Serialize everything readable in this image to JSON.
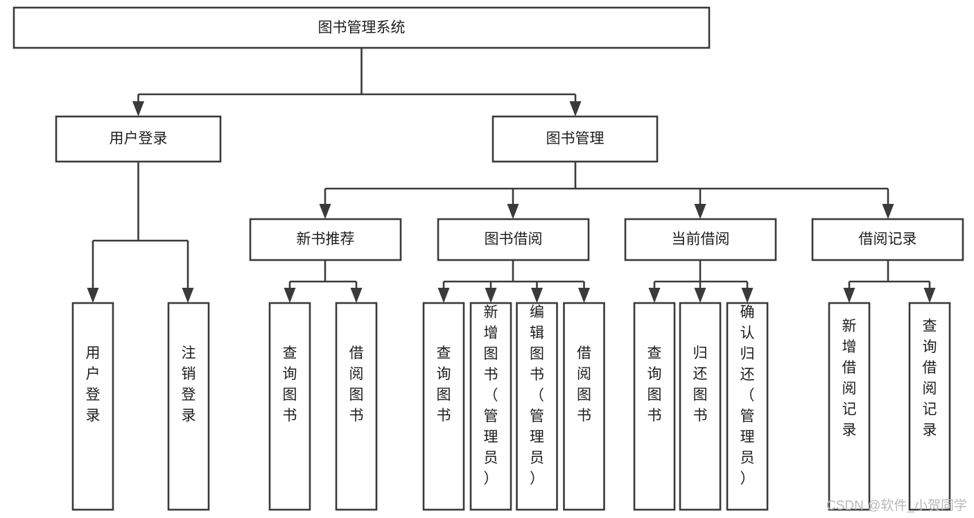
{
  "diagram": {
    "type": "tree-hierarchy",
    "title": "图书管理系统",
    "orientation": "top-down",
    "colors": {
      "box_stroke": "#3a3a3a",
      "box_fill": "#ffffff",
      "connector": "#3a3a3a",
      "text": "#1d1d1d",
      "watermark": "#b8b8b8",
      "background": "#ffffff"
    },
    "root": {
      "id": "root",
      "label": "图书管理系统"
    },
    "level2": [
      {
        "id": "user-login",
        "label": "用户登录"
      },
      {
        "id": "book-management",
        "label": "图书管理"
      }
    ],
    "level3": [
      {
        "id": "new-book-recommend",
        "label": "新书推荐",
        "parent": "book-management"
      },
      {
        "id": "book-borrow",
        "label": "图书借阅",
        "parent": "book-management"
      },
      {
        "id": "current-borrow",
        "label": "当前借阅",
        "parent": "book-management"
      },
      {
        "id": "borrow-record",
        "label": "借阅记录",
        "parent": "book-management"
      }
    ],
    "leaves": [
      {
        "id": "leaf-user-login",
        "label": "用户登录",
        "parent": "user-login"
      },
      {
        "id": "leaf-logout-login",
        "label": "注销登录",
        "parent": "user-login"
      },
      {
        "id": "leaf-query-book-1",
        "label": "查询图书",
        "parent": "new-book-recommend"
      },
      {
        "id": "leaf-borrow-book-1",
        "label": "借阅图书",
        "parent": "new-book-recommend"
      },
      {
        "id": "leaf-query-book-2",
        "label": "查询图书",
        "parent": "book-borrow"
      },
      {
        "id": "leaf-add-book-admin",
        "label": "新增图书（管理员）",
        "parent": "book-borrow"
      },
      {
        "id": "leaf-edit-book-admin",
        "label": "编辑图书（管理员）",
        "parent": "book-borrow"
      },
      {
        "id": "leaf-borrow-book-2",
        "label": "借阅图书",
        "parent": "book-borrow"
      },
      {
        "id": "leaf-query-book-3",
        "label": "查询图书",
        "parent": "current-borrow"
      },
      {
        "id": "leaf-return-book",
        "label": "归还图书",
        "parent": "current-borrow"
      },
      {
        "id": "leaf-confirm-return-admin",
        "label": "确认归还（管理员）",
        "parent": "current-borrow"
      },
      {
        "id": "leaf-add-borrow-record",
        "label": "新增借阅记录",
        "parent": "borrow-record"
      },
      {
        "id": "leaf-query-borrow-record",
        "label": "查询借阅记录",
        "parent": "borrow-record"
      }
    ]
  },
  "watermark": {
    "text": "CSDN @软件_小贺同学"
  }
}
